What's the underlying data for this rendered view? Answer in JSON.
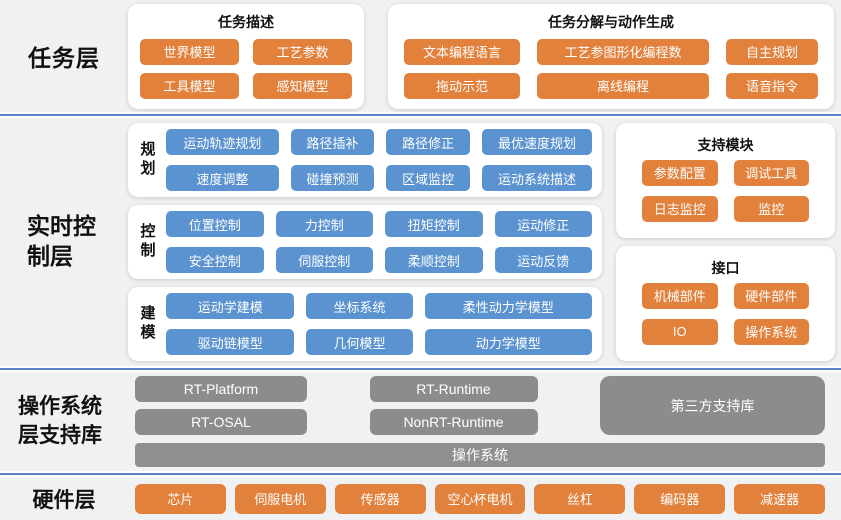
{
  "colors": {
    "orange": "#E2813C",
    "blue": "#5B93D1",
    "gray": "#8C8C8C",
    "gray_bar": "#8F8F8F",
    "divider_blue": "#5B84C4",
    "band_bg": "#F0F1F2"
  },
  "layers": {
    "task": {
      "label": "任务层",
      "cards": [
        {
          "title": "任务描述",
          "buttons": [
            "世界模型",
            "工艺参数",
            "工具模型",
            "感知模型"
          ]
        },
        {
          "title": "任务分解与动作生成",
          "buttons": [
            "文本编程语言",
            "工艺参图形化编程数",
            "自主规划",
            "拖动示范",
            "离线编程",
            "语音指令"
          ]
        }
      ]
    },
    "realtime": {
      "label": "实时控制层",
      "groups": [
        {
          "label": "规划",
          "buttons": [
            "运动轨迹规划",
            "路径插补",
            "路径修正",
            "最优速度规划",
            "速度调整",
            "碰撞预测",
            "区域监控",
            "运动系统描述"
          ]
        },
        {
          "label": "控制",
          "buttons": [
            "位置控制",
            "力控制",
            "扭矩控制",
            "运动修正",
            "安全控制",
            "伺服控制",
            "柔顺控制",
            "运动反馈"
          ]
        },
        {
          "label": "建模",
          "buttons": [
            "运动学建模",
            "坐标系统",
            "柔性动力学模型",
            "驱动链模型",
            "几何模型",
            "动力学模型"
          ]
        }
      ],
      "side_cards": [
        {
          "title": "支持模块",
          "buttons": [
            "参数配置",
            "调试工具",
            "日志监控",
            "监控"
          ]
        },
        {
          "title": "接口",
          "buttons": [
            "机械部件",
            "硬件部件",
            "IO",
            "操作系统"
          ]
        }
      ]
    },
    "os": {
      "label": "操作系统层支持库",
      "col1": [
        "RT-Platform",
        "RT-OSAL"
      ],
      "col2": [
        "RT-Runtime",
        "NonRT-Runtime"
      ],
      "big_box": "第三方支持库",
      "bottom_bar": "操作系统"
    },
    "hardware": {
      "label": "硬件层",
      "buttons": [
        "芯片",
        "伺服电机",
        "传感器",
        "空心杯电机",
        "丝杠",
        "编码器",
        "减速器"
      ]
    }
  }
}
